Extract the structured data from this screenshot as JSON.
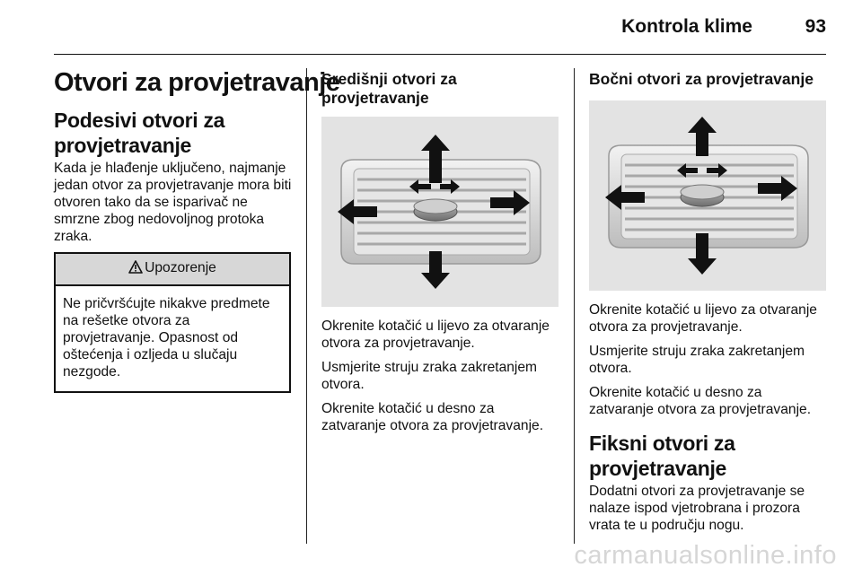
{
  "header": {
    "title": "Kontrola klime",
    "page_number": "93"
  },
  "left": {
    "heading": "Otvori za provjetravanje",
    "subheading": "Podesivi otvori za provjetravanje",
    "intro": "Kada je hlađenje uključeno, najmanje jedan otvor za provjetravanje mora biti otvoren tako da se isparivač ne smrzne zbog nedovoljnog protoka zraka.",
    "warning": {
      "icon": "warning-triangle-icon",
      "title": "Upozorenje",
      "text": "Ne pričvršćujte nikakve predmete na rešetke otvora za provjetravanje. Opasnost od oštećenja i ozljeda u slučaju nezgode."
    }
  },
  "middle": {
    "heading": "Središnji otvori za provjetravanje",
    "figure_icon": "center-vent-illustration",
    "p1": "Okrenite kotačić u lijevo za otvaranje otvora za provjetravanje.",
    "p2": "Usmjerite struju zraka zakretanjem otvora.",
    "p3": "Okrenite kotačić u desno za zatvaranje otvora za provjetravanje."
  },
  "right": {
    "heading": "Bočni otvori za provjetravanje",
    "figure_icon": "side-vent-illustration",
    "p1": "Okrenite kotačić u lijevo za otvaranje otvora za provjetravanje.",
    "p2": "Usmjerite struju zraka zakretanjem otvora.",
    "p3": "Okrenite kotačić u desno za zatvaranje otvora za provjetravanje.",
    "fixed_heading": "Fiksni otvori za provjetravanje",
    "fixed_text": "Dodatni otvori za provjetravanje se nalaze ispod vjetrobrana i prozora vrata te u području nogu."
  },
  "watermark": "carmanualsonline.info"
}
